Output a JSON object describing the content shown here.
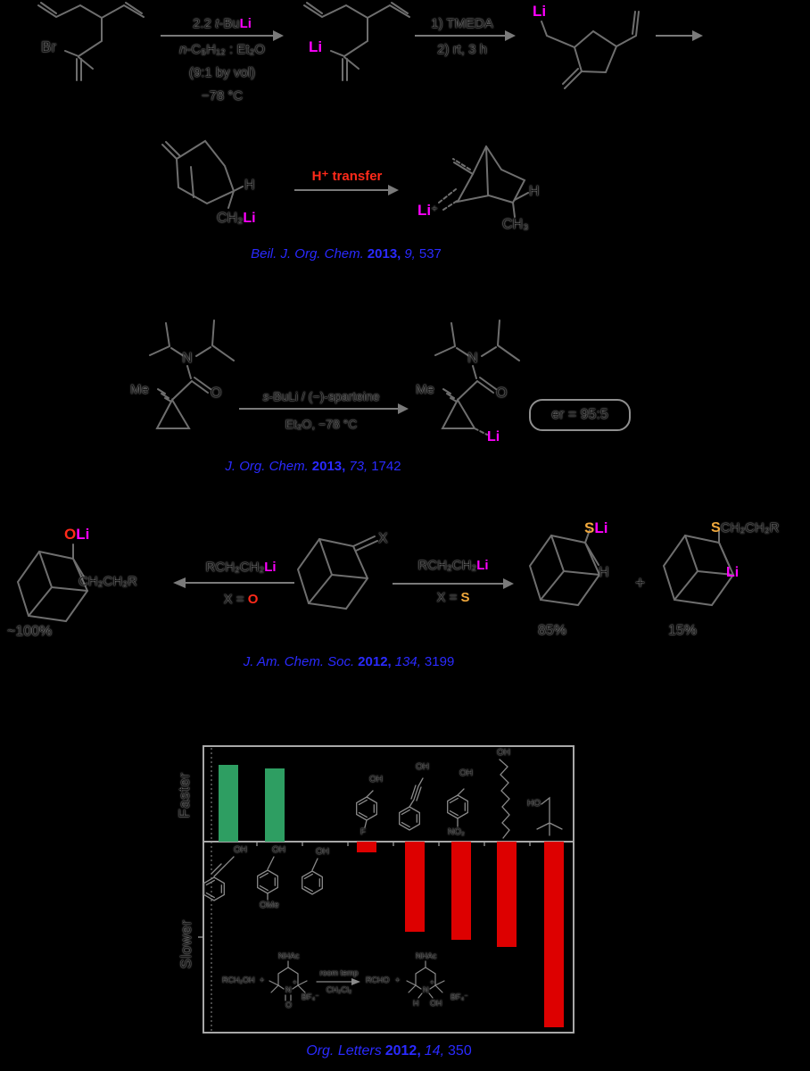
{
  "colors": {
    "lithium_magenta": "#FF00FF",
    "oxygen_red": "#FF2A1A",
    "sulfur_gold": "#F0A83C",
    "transfer_red": "#FF2A1A",
    "citation_blue": "#2A2AFF",
    "bar_green": "#2E9E62",
    "bar_red": "#DD0000"
  },
  "s1": {
    "br": "Br",
    "li_vinyl": "Li",
    "li_cyclopentyl": "Li",
    "a1l1_pre": "2.2 ",
    "a1l1_t": "t",
    "a1l1_bu": "-Bu",
    "a1l1_li": "Li",
    "a1l2_n": "n",
    "a1l2_rest": "-C₅H₁₂ : Et₂O",
    "a1l3": "(9:1 by vol)",
    "a1l4": "−78 °C",
    "a2l1": "1) TMEDA",
    "a2l2": "2) rt, 3 h"
  },
  "s2": {
    "h_reactant": "H",
    "ch2": "CH₂",
    "li": "Li",
    "transfer": "H⁺ transfer",
    "li_cation": "Li",
    "li_cation_sup": "⁺",
    "h_product": "H",
    "ch3": "CH₃",
    "cite": {
      "j": "Beil. J. Org. Chem.",
      "y": "2013,",
      "v": "9,",
      "p": "537"
    }
  },
  "s3": {
    "me_reactant": "Me",
    "n_reactant": "N",
    "o_reactant": "O",
    "me_product": "Me",
    "n_product": "N",
    "o_product": "O",
    "li": "Li",
    "al1_s": "s",
    "al1_rest": "-BuLi / (−)-sparteine",
    "al2": "Et₂O, −78 °C",
    "er": "er = 95:5",
    "cite": {
      "j": "J. Org. Chem.",
      "y": "2013,",
      "v": "73,",
      "p": "1742"
    }
  },
  "s4": {
    "oli_o": "O",
    "oli_li": "Li",
    "ch2ch2r": "CH₂CH₂R",
    "yield_left": "~100%",
    "left_l1_pre": "RCH₂CH₂",
    "left_l1_li": "Li",
    "left_l2_x": "X = ",
    "left_l2_o": "O",
    "x": "X",
    "right_l1_pre": "RCH₂CH₂",
    "right_l1_li": "Li",
    "right_l2_x": "X = ",
    "right_l2_s": "S",
    "sli_s": "S",
    "sli_li": "Li",
    "h": "H",
    "yield_85": "85%",
    "plus": "+",
    "sr_s": "S",
    "sr_rest": "CH₂CH₂R",
    "li_15": "Li",
    "yield_15": "15%",
    "cite": {
      "j": "J. Am. Chem. Soc.",
      "y": "2012,",
      "v": "134,",
      "p": "3199"
    }
  },
  "chart": {
    "faster": "Faster",
    "slower": "Slower",
    "oh": "OH",
    "ho": "HO",
    "f": "F",
    "no2": "NO₂",
    "ome": "OMe",
    "rx": {
      "reactant": "RCH₂OH",
      "plus1": "+",
      "nhac1": "NHAc",
      "n1": "N",
      "nplus1": "+",
      "o1": "O",
      "bf4_1": "BF₄⁻",
      "cond_top": "room temp",
      "cond_bottom": "CH₂Cl₂",
      "product": "RCHO",
      "plus2": "+",
      "nhac2": "NHAc",
      "n2": "N",
      "nplus2": "+",
      "h": "H",
      "oh": "OH",
      "bf4_2": "BF₄⁻"
    },
    "cite": {
      "j": "Org. Letters",
      "y": "2012,",
      "v": "14,",
      "p": "350"
    }
  },
  "chart_data": {
    "type": "bar",
    "orientation": "vertical",
    "panels": [
      "Faster",
      "Slower"
    ],
    "categories": [
      "cinnamyl alcohol",
      "4-methoxybenzyl alcohol",
      "benzyl alcohol (reference)",
      "4-fluorobenzyl alcohol",
      "3-phenyl-2-propyn-1-ol",
      "4-nitrobenzyl alcohol",
      "1-octanol",
      "neopentyl alcohol"
    ],
    "values_relative": [
      0.8,
      0.77,
      0,
      -0.06,
      -0.47,
      -0.51,
      -0.55,
      -0.97
    ],
    "value_note": "signed fraction of panel height read from bars; positive = faster than benzyl alcohol, negative = slower; chart has no numeric axis labels",
    "series": [
      {
        "name": "relative oxidation rate vs benzyl alcohol",
        "values": [
          0.8,
          0.77,
          0,
          -0.06,
          -0.47,
          -0.51,
          -0.55,
          -0.97
        ]
      }
    ],
    "bar_colors": [
      "#2E9E62",
      "#2E9E62",
      null,
      "#DD0000",
      "#DD0000",
      "#DD0000",
      "#DD0000",
      "#DD0000"
    ],
    "title": "",
    "xlabel": "",
    "ylabel": "Faster / Slower",
    "grid": false,
    "legend": false
  }
}
